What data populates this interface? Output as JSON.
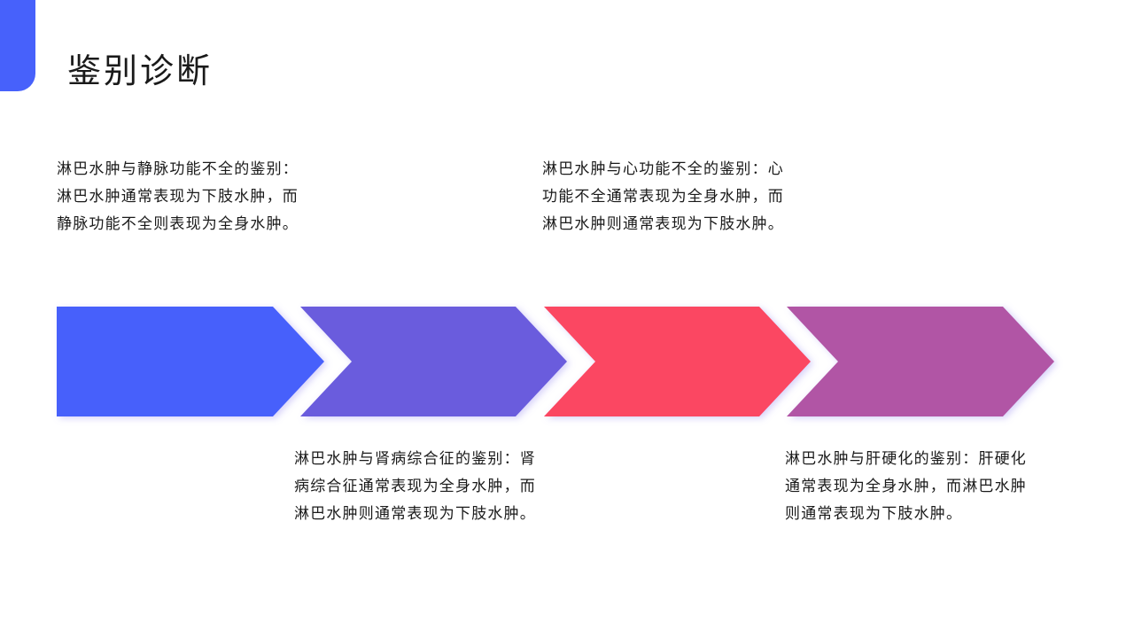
{
  "title": "鉴别诊断",
  "colors": {
    "corner": "#4761fb",
    "arrows": [
      "#4761fb",
      "#6b5cdd",
      "#fb4762",
      "#b155a5"
    ]
  },
  "items": [
    {
      "lines": [
        "淋巴水肿与静脉功能不全的鉴别：",
        "淋巴水肿通常表现为下肢水肿，而",
        "静脉功能不全则表现为全身水肿。"
      ]
    },
    {
      "lines": [
        "淋巴水肿与肾病综合征的鉴别：肾",
        "病综合征通常表现为全身水肿，而",
        "淋巴水肿则通常表现为下肢水肿。"
      ]
    },
    {
      "lines": [
        "淋巴水肿与心功能不全的鉴别：心",
        "功能不全通常表现为全身水肿，而",
        "淋巴水肿则通常表现为下肢水肿。"
      ]
    },
    {
      "lines": [
        "淋巴水肿与肝硬化的鉴别：肝硬化",
        "通常表现为全身水肿，而淋巴水肿",
        "则通常表现为下肢水肿。"
      ]
    }
  ]
}
